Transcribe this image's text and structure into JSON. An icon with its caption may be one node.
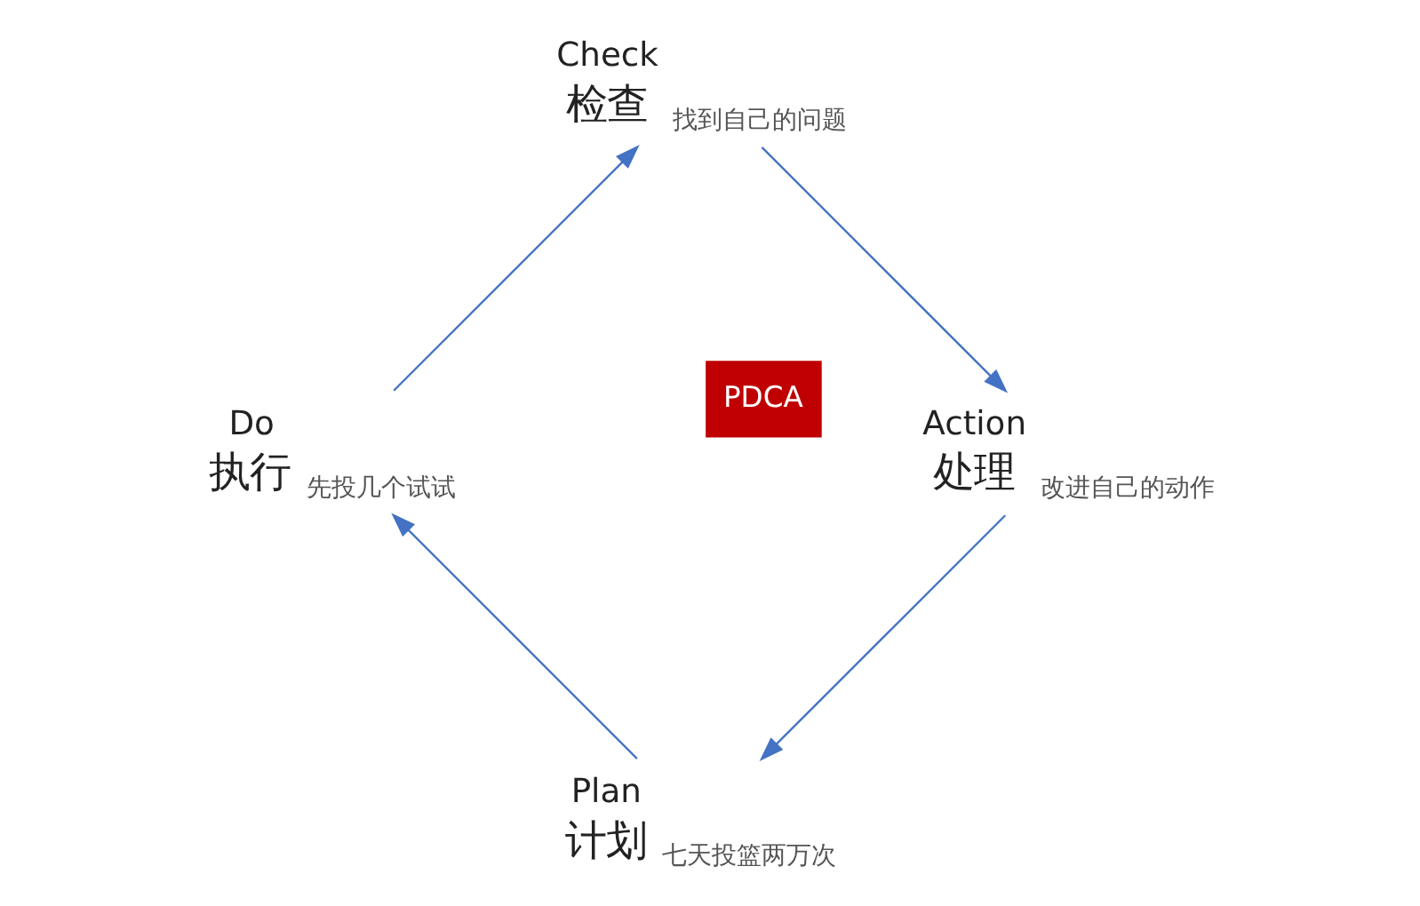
{
  "diagram": {
    "nodes": [
      {
        "text": [
          "Plan",
          "计划"
        ],
        "beside": [
          "七天投篮两万次"
        ]
      },
      {
        "text": [
          "Do",
          "执行"
        ],
        "beside": [
          "先投几个试试"
        ]
      },
      {
        "text": [
          "Check",
          "检查"
        ],
        "beside": [
          "找到自己的问题"
        ]
      },
      {
        "text": [
          "Action",
          "处理"
        ],
        "beside": [
          "改进自己的动作"
        ]
      }
    ],
    "edges": [
      {
        "from": 0,
        "to": 1,
        "arrow": "to"
      },
      {
        "from": 1,
        "to": 2,
        "arrow": "to"
      },
      {
        "from": 2,
        "to": 3,
        "arrow": "to"
      },
      {
        "from": 3,
        "to": 0,
        "arrow": "to"
      }
    ],
    "labels": [
      "PDCA"
    ]
  }
}
